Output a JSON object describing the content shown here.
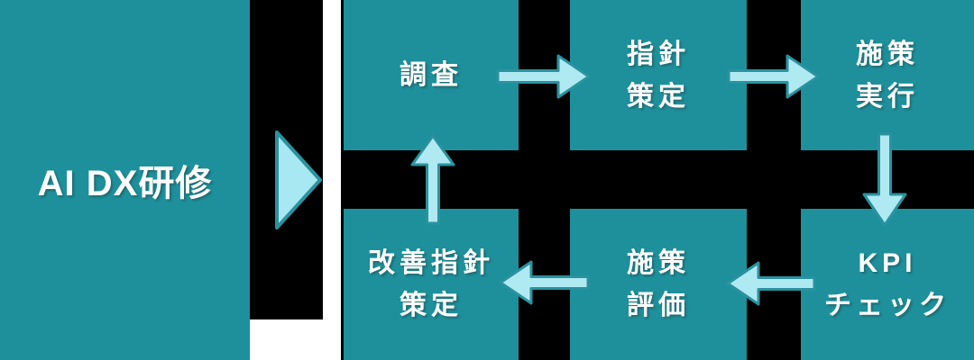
{
  "colors": {
    "background": "#000000",
    "surface_white": "#FFFFFF",
    "box_teal": "#1D909B",
    "arrow_fill": "#AFEAF2",
    "triangle_fill": "#A8E8F2",
    "arrow_stroke": "#2B929F",
    "text_white": "#FFFFFF"
  },
  "intro_box": {
    "label": "AI DX研修"
  },
  "cycle": {
    "boxes": {
      "survey": {
        "lines": [
          "調査"
        ]
      },
      "guideline": {
        "lines": [
          "指針",
          "策定"
        ]
      },
      "execute": {
        "lines": [
          "施策",
          "実行"
        ]
      },
      "kpi": {
        "lines": [
          "KPI",
          "チェック"
        ]
      },
      "evaluate": {
        "lines": [
          "施策",
          "評価"
        ]
      },
      "improve": {
        "lines": [
          "改善指針",
          "策定"
        ]
      }
    },
    "arrows": [
      {
        "from": "survey",
        "to": "guideline",
        "direction": "right"
      },
      {
        "from": "guideline",
        "to": "execute",
        "direction": "right"
      },
      {
        "from": "execute",
        "to": "kpi",
        "direction": "down"
      },
      {
        "from": "kpi",
        "to": "evaluate",
        "direction": "left"
      },
      {
        "from": "evaluate",
        "to": "improve",
        "direction": "left"
      },
      {
        "from": "improve",
        "to": "survey",
        "direction": "up"
      }
    ]
  }
}
